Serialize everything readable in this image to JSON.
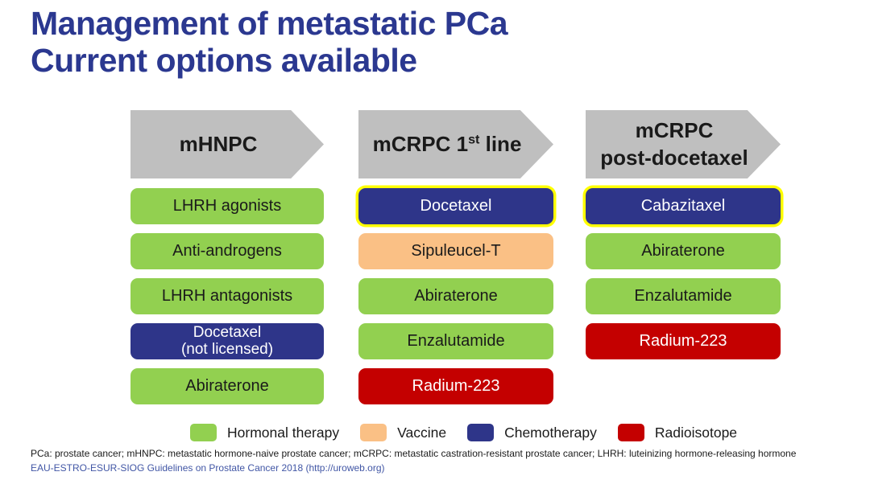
{
  "slide": {
    "title_line1": "Management of metastatic PCa",
    "title_line2": "Current options available"
  },
  "columns": [
    {
      "header": {
        "pre": "mHNPC",
        "sup": "",
        "post": "",
        "line2": ""
      },
      "items": [
        {
          "label": "LHRH agonists",
          "type": "hormonal"
        },
        {
          "label": "Anti-androgens",
          "type": "hormonal"
        },
        {
          "label": "LHRH antagonists",
          "type": "hormonal"
        },
        {
          "label": "Docetaxel",
          "label2": "(not licensed)",
          "type": "chemotherapy"
        },
        {
          "label": "Abiraterone",
          "type": "hormonal"
        }
      ]
    },
    {
      "header": {
        "pre": "mCRPC 1",
        "sup": "st",
        "post": " line",
        "line2": ""
      },
      "items": [
        {
          "label": "Docetaxel",
          "type": "chemotherapy",
          "highlighted": true
        },
        {
          "label": "Sipuleucel-T",
          "type": "vaccine"
        },
        {
          "label": "Abiraterone",
          "type": "hormonal"
        },
        {
          "label": "Enzalutamide",
          "type": "hormonal"
        },
        {
          "label": "Radium-223",
          "type": "radioisotope"
        }
      ]
    },
    {
      "header": {
        "pre": "mCRPC",
        "sup": "",
        "post": "",
        "line2": "post-docetaxel"
      },
      "items": [
        {
          "label": "Cabazitaxel",
          "type": "chemotherapy",
          "highlighted": true
        },
        {
          "label": "Abiraterone",
          "type": "hormonal"
        },
        {
          "label": "Enzalutamide",
          "type": "hormonal"
        },
        {
          "label": "Radium-223",
          "type": "radioisotope"
        }
      ]
    }
  ],
  "legend": [
    {
      "label": "Hormonal therapy",
      "type": "hormonal",
      "color": "#92D050"
    },
    {
      "label": "Vaccine",
      "type": "vaccine",
      "color": "#FAC085"
    },
    {
      "label": "Chemotherapy",
      "type": "chemotherapy",
      "color": "#2E3589"
    },
    {
      "label": "Radioisotope",
      "type": "radioisotope",
      "color": "#C40000"
    }
  ],
  "footnote": "PCa: prostate cancer; mHNPC: metastatic hormone-naive prostate cancer; mCRPC: metastatic castration-resistant prostate cancer; LHRH: luteinizing hormone-releasing hormone",
  "source": "EAU-ESTRO-ESUR-SIOG Guidelines on Prostate Cancer 2018 (http://uroweb.org)",
  "colors": {
    "hormonal": "#92D050",
    "vaccine": "#FAC085",
    "chemotherapy": "#2E3589",
    "radioisotope": "#C40000",
    "highlight": "#FFFF00",
    "arrow": "#BFBFBF",
    "title": "#2B3890",
    "source_link": "#4156A5",
    "text_dark": "#1A1A1A"
  }
}
